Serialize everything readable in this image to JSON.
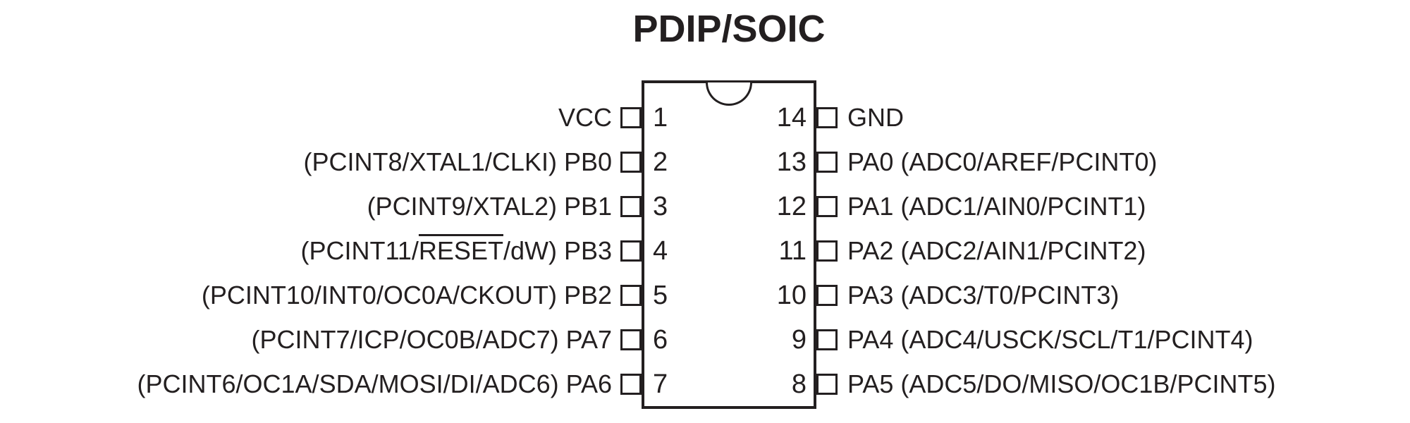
{
  "title": "PDIP/SOIC",
  "colors": {
    "ink": "#231f20",
    "background": "#ffffff"
  },
  "pins": {
    "left": [
      {
        "number": "1",
        "pre": "VCC",
        "over": "",
        "post": ""
      },
      {
        "number": "2",
        "pre": "(PCINT8/XTAL1/CLKI) PB0",
        "over": "",
        "post": ""
      },
      {
        "number": "3",
        "pre": "(PCINT9/XTAL2) PB1",
        "over": "",
        "post": ""
      },
      {
        "number": "4",
        "pre": "(PCINT11/",
        "over": "RESET",
        "post": "/dW) PB3"
      },
      {
        "number": "5",
        "pre": "(PCINT10/INT0/OC0A/CKOUT) PB2",
        "over": "",
        "post": ""
      },
      {
        "number": "6",
        "pre": "(PCINT7/ICP/OC0B/ADC7) PA7",
        "over": "",
        "post": ""
      },
      {
        "number": "7",
        "pre": "(PCINT6/OC1A/SDA/MOSI/DI/ADC6) PA6",
        "over": "",
        "post": ""
      }
    ],
    "right": [
      {
        "number": "14",
        "label": "GND"
      },
      {
        "number": "13",
        "label": "PA0 (ADC0/AREF/PCINT0)"
      },
      {
        "number": "12",
        "label": "PA1 (ADC1/AIN0/PCINT1)"
      },
      {
        "number": "11",
        "label": "PA2 (ADC2/AIN1/PCINT2)"
      },
      {
        "number": "10",
        "label": "PA3 (ADC3/T0/PCINT3)"
      },
      {
        "number": "9",
        "label": "PA4 (ADC4/USCK/SCL/T1/PCINT4)"
      },
      {
        "number": "8",
        "label": "PA5 (ADC5/DO/MISO/OC1B/PCINT5)"
      }
    ]
  }
}
